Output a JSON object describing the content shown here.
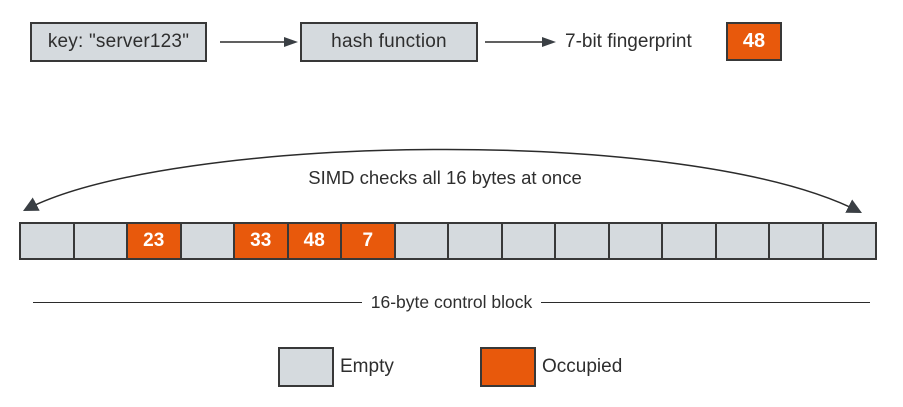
{
  "colors": {
    "empty_fill": "#d5dade",
    "occupied_fill": "#e8590c",
    "border": "#383838",
    "ink": "#2e2e2e"
  },
  "flow": {
    "key_box_label": "key: \"server123\"",
    "hash_box_label": "hash function",
    "fingerprint_label": "7-bit fingerprint",
    "fingerprint_value": "48"
  },
  "simd_caption": "SIMD checks all 16 bytes at once",
  "control_block": {
    "label": "16-byte control block",
    "cells": [
      {
        "value": "",
        "state": "empty"
      },
      {
        "value": "",
        "state": "empty"
      },
      {
        "value": "23",
        "state": "occupied"
      },
      {
        "value": "",
        "state": "empty"
      },
      {
        "value": "33",
        "state": "occupied"
      },
      {
        "value": "48",
        "state": "occupied"
      },
      {
        "value": "7",
        "state": "occupied"
      },
      {
        "value": "",
        "state": "empty"
      },
      {
        "value": "",
        "state": "empty"
      },
      {
        "value": "",
        "state": "empty"
      },
      {
        "value": "",
        "state": "empty"
      },
      {
        "value": "",
        "state": "empty"
      },
      {
        "value": "",
        "state": "empty"
      },
      {
        "value": "",
        "state": "empty"
      },
      {
        "value": "",
        "state": "empty"
      },
      {
        "value": "",
        "state": "empty"
      }
    ]
  },
  "legend": {
    "empty_label": "Empty",
    "occupied_label": "Occupied"
  }
}
